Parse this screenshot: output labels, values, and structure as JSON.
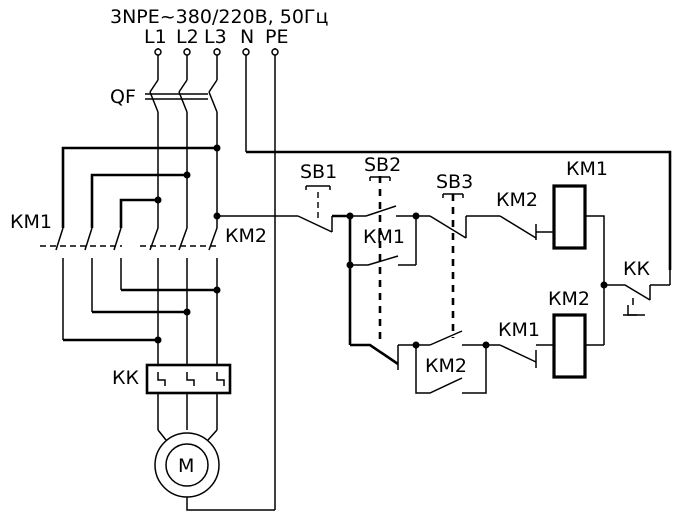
{
  "supply": {
    "title": "3NPE~380/220В, 50Гц",
    "l1": "L1",
    "l2": "L2",
    "l3": "L3",
    "n": "N",
    "pe": "PE"
  },
  "power": {
    "breaker": "QF",
    "km1": "КМ1",
    "km2": "КМ2",
    "relay": "КК",
    "motor": "М"
  },
  "control": {
    "sb1": "SB1",
    "sb2": "SB2",
    "sb3": "SB3",
    "km1_coil": "КМ1",
    "km2_coil": "КМ2",
    "km1_hold": "КМ1",
    "km2_hold": "КМ2",
    "km2_interlock": "КМ2",
    "km1_interlock": "КМ1",
    "kk_contact": "КК"
  }
}
